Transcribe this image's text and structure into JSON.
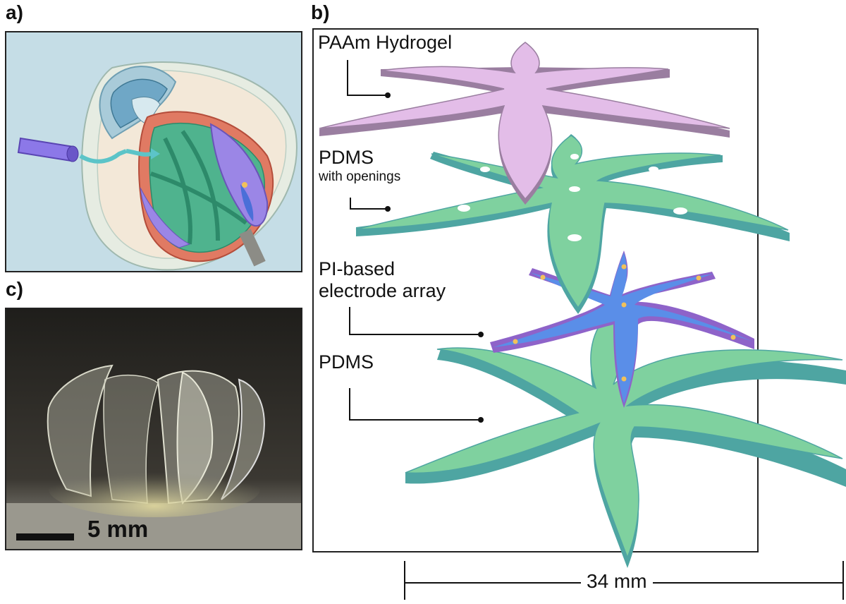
{
  "panels": {
    "a": {
      "letter": "a)"
    },
    "b": {
      "letter": "b)",
      "labels": {
        "hydrogel": "PAAm Hydrogel",
        "pdms_openings": "PDMS",
        "pdms_openings_sub": "with openings",
        "electrode_line1": "PI-based",
        "electrode_line2": "electrode array",
        "pdms_bottom": "PDMS"
      },
      "dimension": "34 mm"
    },
    "c": {
      "letter": "c)",
      "scale_bar": "5 mm"
    }
  },
  "colors": {
    "hydrogel": "#e3bde8",
    "hydrogel_edge": "#9a7ea0",
    "pdms": "#7fd19f",
    "pdms_edge": "#4ea5a2",
    "electrode": "#5a8ee8",
    "electrode_edge": "#8e63c9",
    "contact": "#f2c15a",
    "illustration_bg": "#c5dde6"
  }
}
